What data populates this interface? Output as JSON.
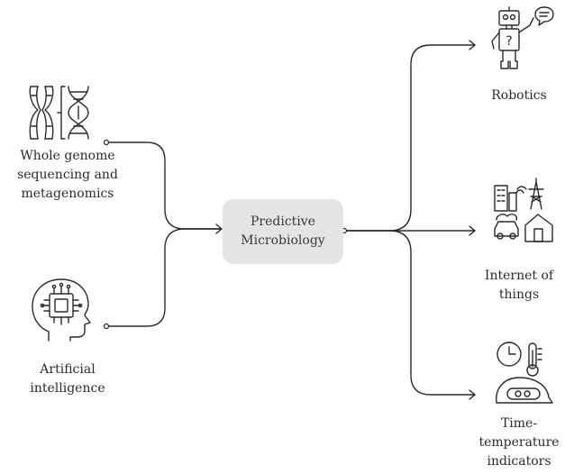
{
  "center": {
    "lines": [
      "Predictive",
      "Microbiology"
    ]
  },
  "inputs": [
    {
      "id": "genome",
      "icon": "dna-chromosome-icon",
      "lines": [
        "Whole genome",
        "sequencing and",
        "metagenomics"
      ]
    },
    {
      "id": "ai",
      "icon": "ai-head-chip-icon",
      "lines": [
        "Artificial",
        "intelligence"
      ]
    }
  ],
  "outputs": [
    {
      "id": "robotics",
      "icon": "robot-icon",
      "lines": [
        "Robotics"
      ]
    },
    {
      "id": "iot",
      "icon": "smart-city-icon",
      "lines": [
        "Internet of",
        "things"
      ]
    },
    {
      "id": "tti",
      "icon": "clock-thermometer-icon",
      "lines": [
        "Time-",
        "temperature",
        "indicators"
      ]
    }
  ]
}
